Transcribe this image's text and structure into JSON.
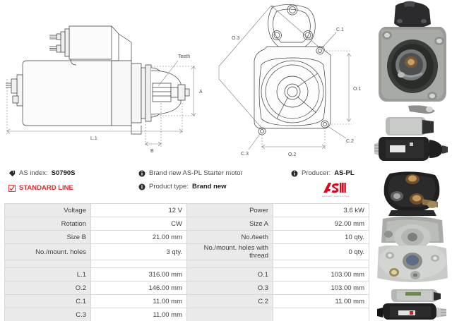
{
  "info": {
    "as_index": {
      "icon": "tag-icon",
      "label": "AS index:",
      "value": "S0790S"
    },
    "standard_line": {
      "icon": "checkbox-checked-icon",
      "label": "STANDARD LINE",
      "color": "#e8252a"
    },
    "description": {
      "icon": "info-icon",
      "label": "Brand new AS-PL Starter motor"
    },
    "product_type": {
      "icon": "info-icon",
      "label": "Product type:",
      "value": "Brand new"
    },
    "producer": {
      "icon": "info-icon",
      "label": "Producer:",
      "value": "AS-PL"
    },
    "logo": {
      "name": "as-pl-logo",
      "text": "AS",
      "tagline": "Alternators, Starters & Parts",
      "color": "#e2001a"
    }
  },
  "spec_table": {
    "rows_group1": [
      {
        "k1": "Voltage",
        "v1": "12 V",
        "k2": "Power",
        "v2": "3.6 kW"
      },
      {
        "k1": "Rotation",
        "v1": "CW",
        "k2": "Size A",
        "v2": "92.00 mm"
      },
      {
        "k1": "Size B",
        "v1": "21.00 mm",
        "k2": "No./teeth",
        "v2": "10 qty."
      },
      {
        "k1": "No./mount. holes",
        "v1": "3 qty.",
        "k2": "No./mount. holes with thread",
        "v2": "0 qty."
      }
    ],
    "rows_group2": [
      {
        "k1": "L.1",
        "v1": "316.00 mm",
        "k2": "O.1",
        "v2": "103.00 mm"
      },
      {
        "k1": "O.2",
        "v1": "146.00 mm",
        "k2": "O.3",
        "v2": "103.00 mm"
      },
      {
        "k1": "C.1",
        "v1": "11.00 mm",
        "k2": "C.2",
        "v2": "11.00 mm"
      },
      {
        "k1": "C.3",
        "v1": "11.00 mm",
        "k2": "",
        "v2": ""
      }
    ]
  },
  "drawings": {
    "side_view": {
      "name": "starter-side-view-drawing",
      "labels": {
        "teeth": "Teeth",
        "a": "A",
        "b": "B",
        "l1": "L.1"
      }
    },
    "front_view": {
      "name": "starter-front-view-drawing",
      "labels": {
        "o1": "O.1",
        "o2": "O.2",
        "o3": "O.3",
        "c1": "C.1",
        "c2": "C.2",
        "c3": "C.3"
      }
    }
  },
  "photos": [
    {
      "name": "product-photo-front-flange"
    },
    {
      "name": "product-photo-side-profile"
    },
    {
      "name": "product-photo-solenoid-terminals"
    },
    {
      "name": "product-photo-drive-end-housing"
    }
  ]
}
